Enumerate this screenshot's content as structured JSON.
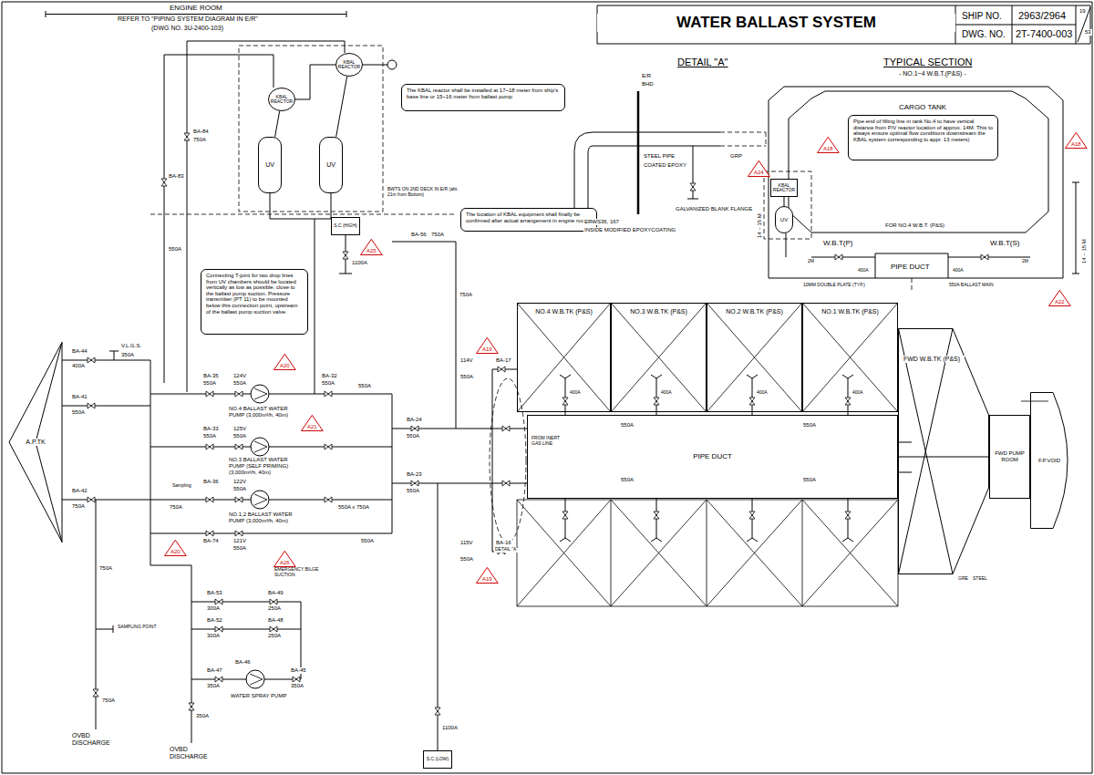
{
  "diagram": {
    "title": "WATER BALLAST SYSTEM",
    "nodes": [
      {
        "text": [
          "A.P.TK"
        ]
      },
      {
        "text": [
          "KBAL REACTOR"
        ]
      },
      {
        "text": [
          "KBAL REACTOR"
        ]
      },
      {
        "text": [
          "UV"
        ]
      },
      {
        "text": [
          "UV"
        ]
      },
      {
        "text": [
          "The KBAL reactor shall be installed at 17~18 meter from ship's base line or 15~16 meter from ballast pump"
        ]
      },
      {
        "text": [
          "The location of KBAL equipment shall finally be confirmed after actual arrangement in engine room."
        ]
      },
      {
        "text": [
          "S.C (HIGH)"
        ]
      },
      {
        "text": [
          "Connecting T-joint for two drop lines from UV chambers should be located vertically as low as possible, close to the ballast pump suction. Pressure transmitter (PT 11) to be mounted below this connection point, upstream of the ballast pump suction valve."
        ]
      },
      {
        "text": [
          "S.C (LOW)"
        ]
      },
      {
        "text": [
          "NO.4 W.B.TK (P&S)"
        ]
      },
      {
        "text": [
          "NO.3 W.B.TK (P&S)"
        ]
      },
      {
        "text": [
          "NO.2 W.B.TK (P&S)"
        ]
      },
      {
        "text": [
          "NO.1 W.B.TK (P&S)"
        ]
      },
      {
        "text": [
          "PIPE DUCT"
        ]
      },
      {
        "text": [
          "FWD W.B.TK (P&S)"
        ]
      },
      {
        "text": [
          "FWD PUMP ROOM"
        ]
      },
      {
        "text": [
          "F.P.VOID"
        ]
      },
      {
        "text": [
          "KBAL REACTOR"
        ]
      },
      {
        "text": [
          "UV"
        ]
      },
      {
        "text": [
          "Pipe end of filling line in tank No.4 to have vertical distance from P/V reactor location of approx. 14M. This to always ensure optimal flow conditions downstream the KBAL system corresponding to appr. 13 meters)"
        ]
      }
    ],
    "edges": [
      {
        "from": 2,
        "to": 3,
        "arrow": "none"
      },
      {
        "from": 1,
        "to": 4,
        "arrow": "none"
      },
      {
        "from": 18,
        "to": 19,
        "arrow": "none"
      },
      {
        "from": 14,
        "to": 16,
        "arrow": "none"
      }
    ],
    "labels": [
      "ENGINE ROOM",
      "REFER TO \"PIPING SYSTEM DIAGRAM IN E/R\"",
      "(DWG NO. 3U-2400-103)",
      "SHIP NO.",
      "2963/2964",
      "DWG. NO.",
      "2T-7400-003",
      "19",
      "53",
      "DETAIL \"A\"",
      "E/R",
      "BHD",
      "STEEL PIPE",
      "COATED EPOXY",
      "GRP",
      "ERWS36, 167",
      "INSIDE MODIFIED EPOXYCOATING",
      "GALVANIZED BLANK FLANGE",
      "A24",
      "TYPICAL SECTION",
      "- NO.1~4 W.B.T.(P&S) -",
      "CARGO TANK",
      "A18",
      "A18",
      "W.B.T(P)",
      "FOR NO.4 W.B.T. (P&S)",
      "W.B.T(S)",
      "PIPE DUCT",
      "400A",
      "400A",
      "550A BALLAST MAIN",
      "10MM DOUBLE PLATE (TYP.)",
      "14 ~ 15 M",
      "14 ~ 15 M",
      "2M",
      "2M",
      "A22",
      "GRE",
      "STEEL",
      "BA-84",
      "750A",
      "550A",
      "BA-83",
      "BA-44",
      "400A",
      "BA-41",
      "550A",
      "BA-42",
      "750A",
      "750A",
      "V.L.G.S.",
      "350A",
      "BA-35",
      "550A",
      "124V",
      "550A",
      "BA-32",
      "550A",
      "NO.4 BALLAST WATER PUMP (3,000m³/h, 40m)",
      "BA-33",
      "550A",
      "125V",
      "550A",
      "NO.3 BALLAST WATER PUMP (SELF PRIMING) (3,000m³/h, 40m)",
      "BA-36",
      "Sampling",
      "122V",
      "550A",
      "NO.1,2 BALLAST WATER PUMP (3,000m³/h, 40m)",
      "BA-74",
      "121V",
      "550A",
      "550A",
      "750A",
      "550A x 750A",
      "550A",
      "BA-24",
      "550A",
      "BA-23",
      "550A",
      "A20",
      "A21",
      "A20",
      "A26",
      "EMERGENCY BILGE SUCTION",
      "BA-53",
      "300A",
      "BA-49",
      "250A",
      "BA-52",
      "300A",
      "BA-48",
      "250A",
      "BA-47",
      "350A",
      "BA-46",
      "BA-45",
      "350A",
      "WATER SPRAY PUMP",
      "SAMPLING POINT",
      "OVBD DISCHARGE",
      "OVBD DISCHARGE",
      "750A",
      "350A",
      "1100A",
      "1100A",
      "750A",
      "BA-56",
      "750A",
      "A25",
      "BWTS ON 2ND DECK IN E/R (abt. 21m from Bottom)",
      "BA-17",
      "114V",
      "550A",
      "BA-16",
      "115V",
      "550A",
      "A19",
      "A19",
      "FROM INERT GAS LINE",
      "DETAIL \"A\"",
      "550A",
      "550A",
      "550A",
      "550A",
      "400A",
      "400A",
      "400A",
      "400A"
    ]
  }
}
